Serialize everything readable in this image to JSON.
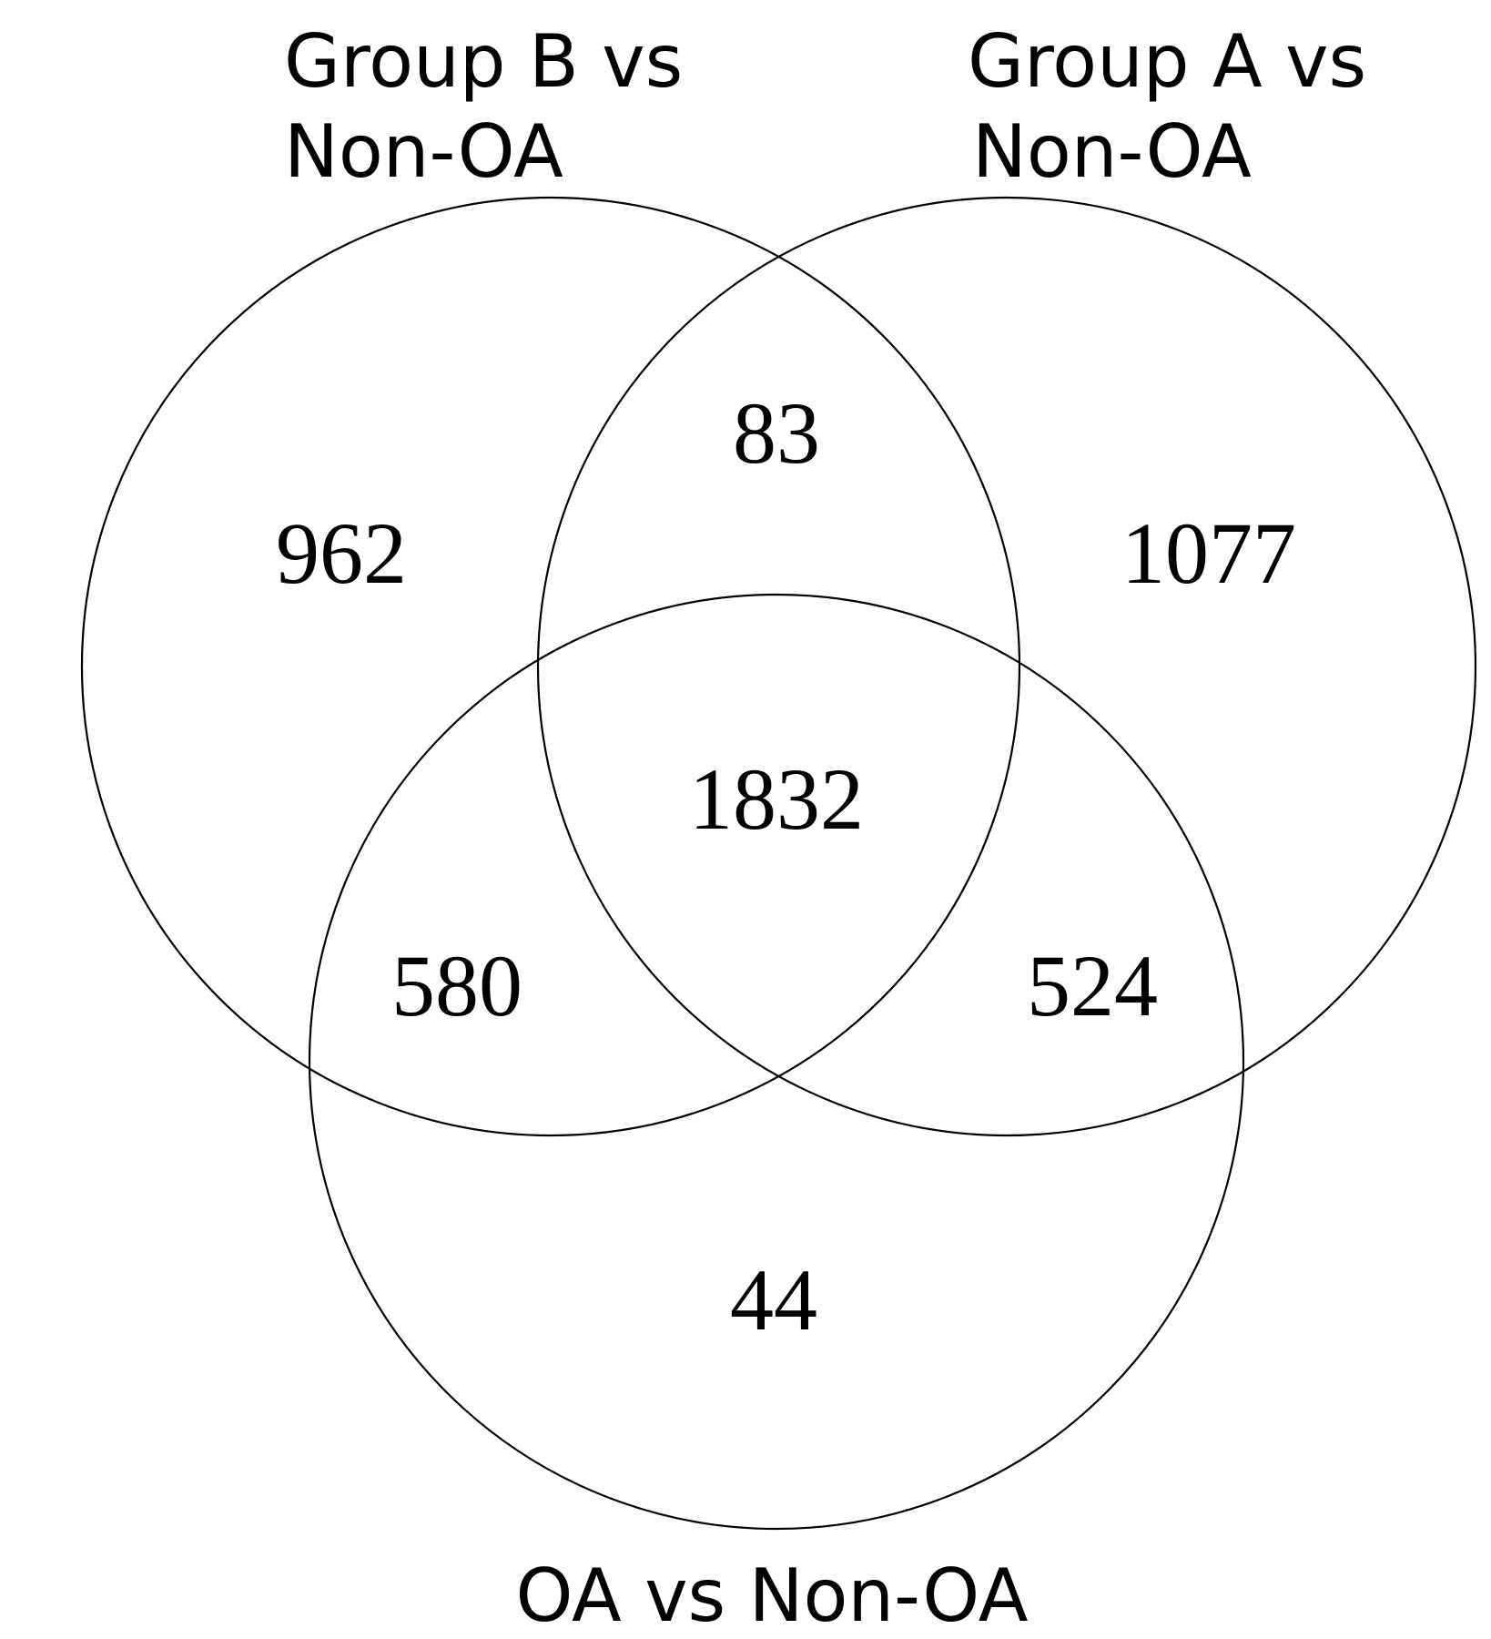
{
  "diagram": {
    "type": "venn",
    "sets": [
      {
        "id": "B",
        "label_lines": [
          "Group B vs",
          "Non-OA"
        ]
      },
      {
        "id": "A",
        "label_lines": [
          "Group A vs",
          "Non-OA"
        ]
      },
      {
        "id": "OA",
        "label_lines": [
          "OA vs Non-OA"
        ]
      }
    ],
    "regions": [
      {
        "id": "b_only",
        "sets": [
          "B"
        ],
        "count": "962"
      },
      {
        "id": "a_b",
        "sets": [
          "A",
          "B"
        ],
        "count": "83"
      },
      {
        "id": "a_only",
        "sets": [
          "A"
        ],
        "count": "1077"
      },
      {
        "id": "all_three",
        "sets": [
          "A",
          "B",
          "OA"
        ],
        "count": "1832"
      },
      {
        "id": "b_oa",
        "sets": [
          "B",
          "OA"
        ],
        "count": "580"
      },
      {
        "id": "a_oa",
        "sets": [
          "A",
          "OA"
        ],
        "count": "524"
      },
      {
        "id": "oa_only",
        "sets": [
          "OA"
        ],
        "count": "44"
      }
    ]
  }
}
